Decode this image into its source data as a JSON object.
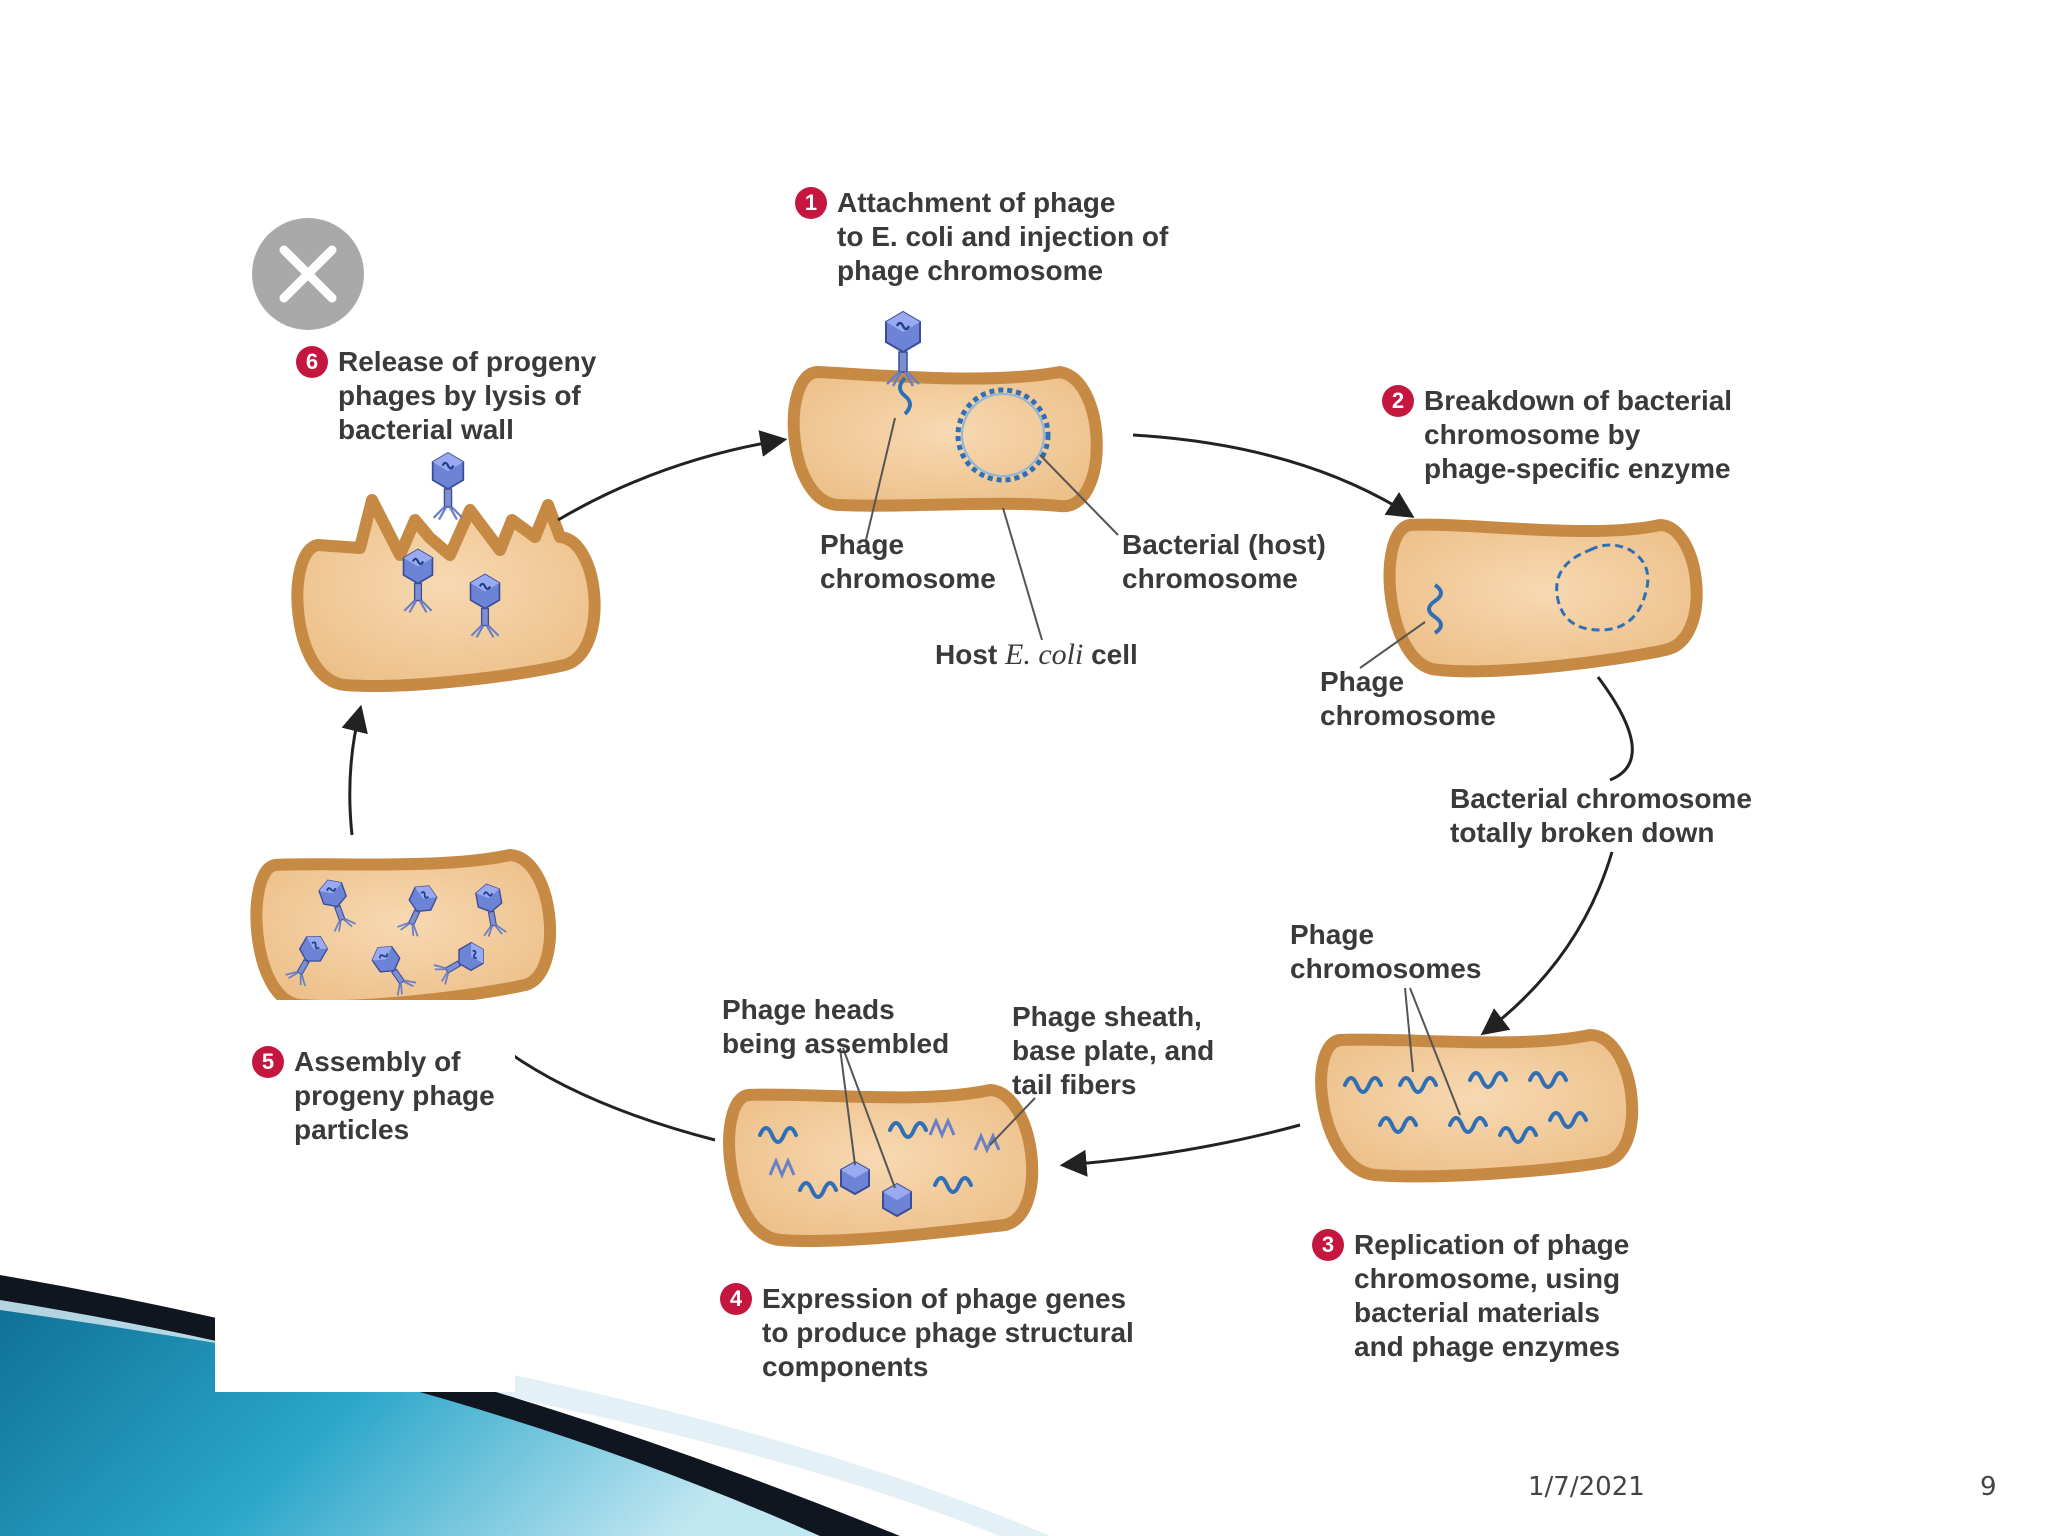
{
  "steps": [
    {
      "num": "1",
      "text": "Attachment of phage\nto E. coli and injection of\nphage chromosome"
    },
    {
      "num": "2",
      "text": "Breakdown of bacterial\nchromosome by\nphage-specific enzyme"
    },
    {
      "num": "3",
      "text": "Replication of phage\nchromosome, using\nbacterial materials\nand phage enzymes"
    },
    {
      "num": "4",
      "text": "Expression of phage genes\nto produce phage structural\ncomponents"
    },
    {
      "num": "5",
      "text": "Assembly of\nprogeny phage\nparticles"
    },
    {
      "num": "6",
      "text": "Release of progeny\nphages by lysis of\nbacterial wall"
    }
  ],
  "labels": {
    "phage_chromosome_1": "Phage\nchromosome",
    "bacterial_host_chromosome": "Bacterial (host)\nchromosome",
    "host_cell_prefix": "Host ",
    "host_cell_species": "E. coli",
    "host_cell_suffix": " cell",
    "phage_chromosome_2": "Phage\nchromosome",
    "bacterial_chromosome_broken": "Bacterial chromosome\ntotally broken down",
    "phage_chromosomes": "Phage\nchromosomes",
    "phage_heads": "Phage heads\nbeing assembled",
    "phage_sheath": "Phage sheath,\nbase plate, and\ntail fibers"
  },
  "footer": {
    "date": "1/7/2021",
    "page_number": "9"
  },
  "colors": {
    "cell_fill": "#f2c99a",
    "cell_rim": "#c68a45",
    "phage_blue": "#5a72c8",
    "dna_blue": "#2e6fb5",
    "badge_red": "#c4163f",
    "banner_dark": "#0f1620",
    "banner_teal": "#1f8fb4"
  }
}
